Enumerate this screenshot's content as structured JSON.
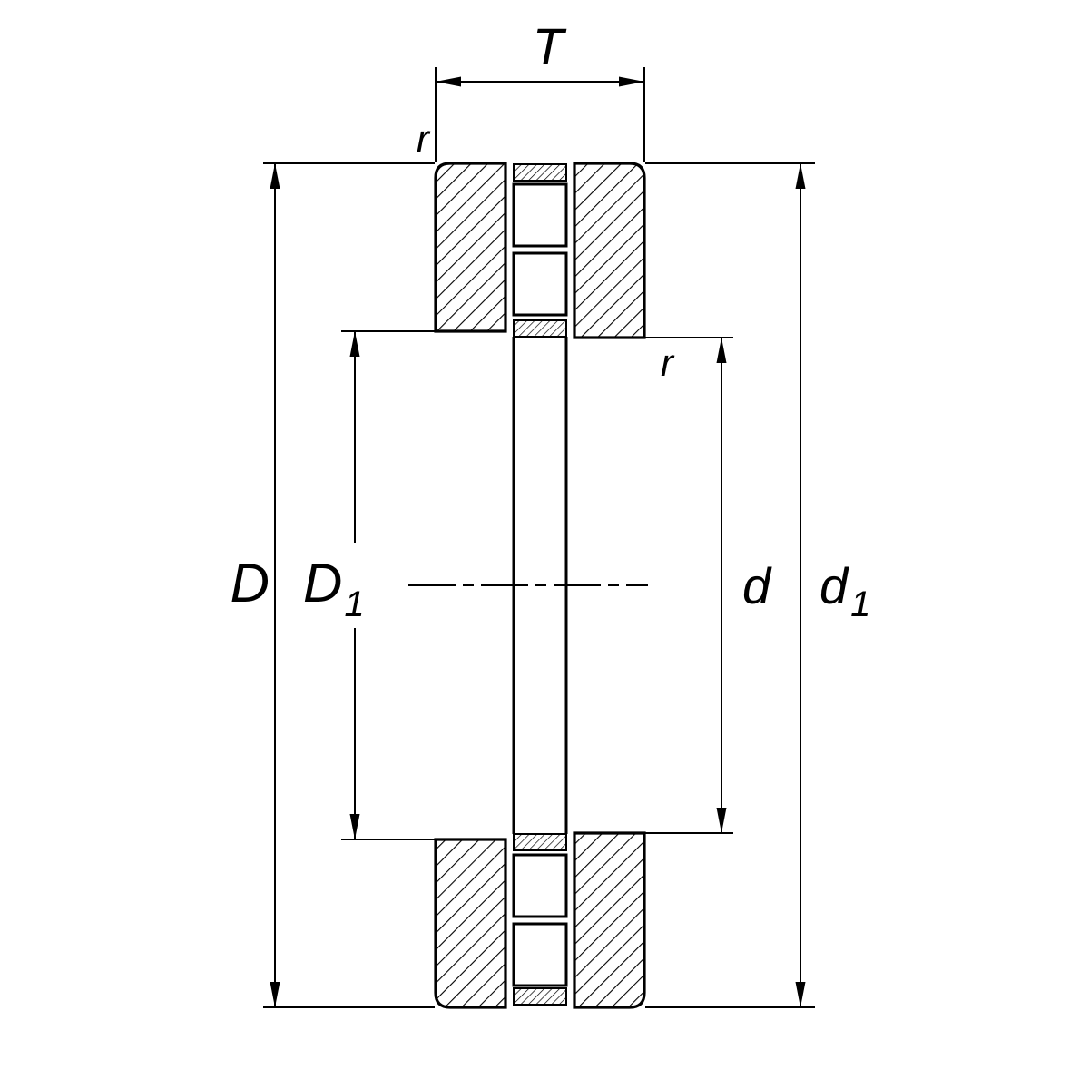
{
  "drawing": {
    "colors": {
      "line": "#000000",
      "background": "#ffffff"
    },
    "labels": {
      "T": "T",
      "r_top": "r",
      "r_bore": "r",
      "D": "D",
      "D1_base": "D",
      "D1_sub": "1",
      "d": "d",
      "d1_base": "d",
      "d1_sub": "1"
    }
  }
}
